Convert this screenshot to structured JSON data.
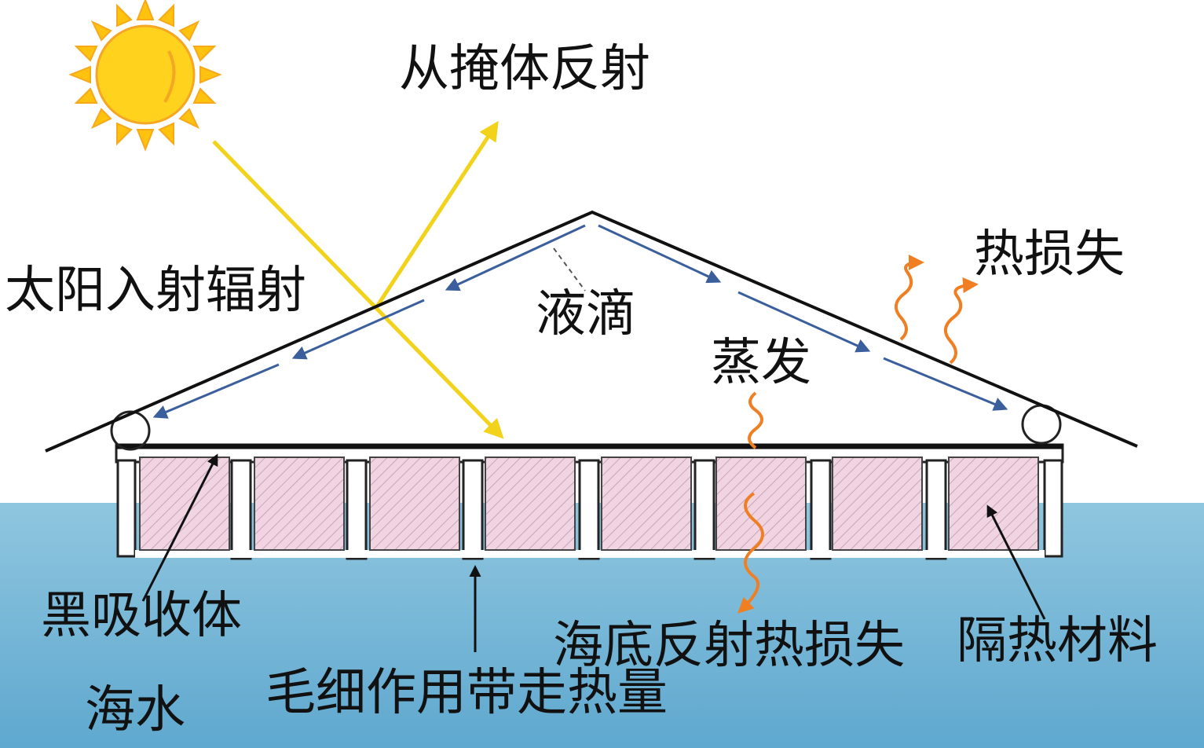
{
  "labels": {
    "reflect": "从掩体反射",
    "incident": "太阳入射辐射",
    "droplet": "液滴",
    "evaporation": "蒸发",
    "heat_loss": "热损失",
    "absorber": "黑吸收体",
    "seawater": "海水",
    "capillary": "毛细作用带走热量",
    "bottom_loss": "海底反射热损失",
    "insulation": "隔热材料"
  },
  "colors": {
    "sky": "#ffffff",
    "sea_top": "#8fc6df",
    "sea_bottom": "#5fa8cf",
    "sun": "#ffc20e",
    "sun_ray": "#f2d21a",
    "roof": "#111111",
    "condensate": "#3a5f9c",
    "heat_wave": "#f07f24",
    "insulation_fill": "#f0d4e2",
    "insulation_hatch": "#c9a4b8"
  },
  "icons": [
    "sun-icon",
    "heat-wave-icon",
    "arrow-icon"
  ]
}
